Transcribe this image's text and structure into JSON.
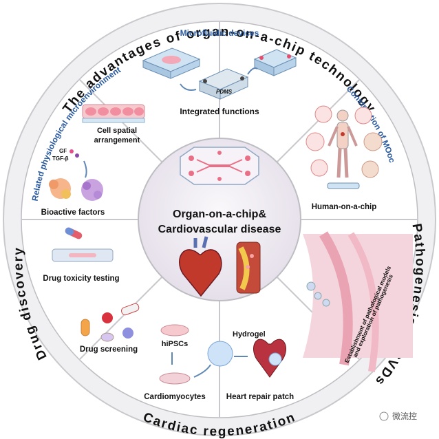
{
  "outer_ring": {
    "top": "The advantages of organ-on-a-chip technology",
    "left": "Drug discovery",
    "right": "Pathogenesis of CVDs",
    "bottom": "Cardiac regeneration"
  },
  "center": {
    "line1": "Organ-on-a-chip&",
    "line2": "Cardiovascular disease"
  },
  "sections": {
    "microfluidic_title": "Microfluidic devices",
    "pdms_label": "PDMS",
    "integrated_functions": "Integrated functions",
    "construction_title": "Construction of MOoc",
    "human_on_chip": "Human-on-a-chip",
    "physiological_title": "Related physiological microenvironment",
    "cell_spatial_1": "Cell spatial",
    "cell_spatial_2": "arrangement",
    "gf_label": "GF",
    "tgf_label": "TGF-β",
    "bioactive_factors": "Bioactive factors",
    "drug_toxicity": "Drug toxicity testing",
    "drug_screening": "Drug screening",
    "hipscs": "hiPSCs",
    "hydrogel": "Hydrogel",
    "cardiomyocytes": "Cardiomyocytes",
    "heart_patch": "Heart repair patch",
    "patho_line1": "Establishment of pathological models",
    "patho_line2": "and exploration of pathogenesis"
  },
  "watermark": "微流控",
  "colors": {
    "ring_fill": "#f2f2f4",
    "panel_fill": "#ffffff",
    "center_fill": "#ece8f0",
    "divider": "#c8c8cc",
    "accent_blue": "#2a5aa0",
    "heart_red": "#c0392b"
  }
}
